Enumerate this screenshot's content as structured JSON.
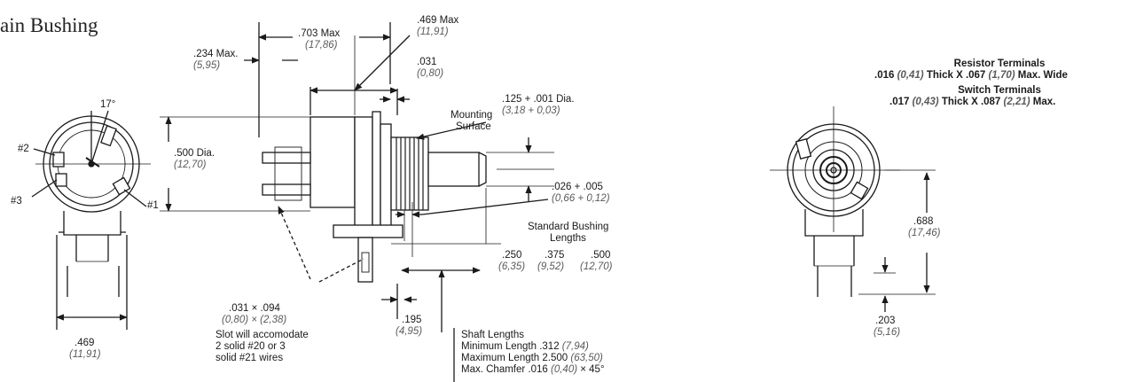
{
  "heading": "ain Bushing",
  "front_view": {
    "terminal_2": "#2",
    "terminal_3": "#3",
    "terminal_1": "#1",
    "angle": "17°",
    "width_in": ".469",
    "width_mm": "(11,91)"
  },
  "side_view": {
    "dim_234_in": ".234 Max.",
    "dim_234_mm": "(5,95)",
    "dim_703_in": ".703 Max",
    "dim_703_mm": "(17,86)",
    "dim_469_in": ".469 Max",
    "dim_469_mm": "(11,91)",
    "dim_031_in": ".031",
    "dim_031_mm": "(0,80)",
    "shaft_dia_in": ".125 + .001 Dia.",
    "shaft_dia_mm": "(3,18 + 0,03)",
    "mounting_surface_1": "Mounting",
    "mounting_surface_2": "Surface",
    "body_dia_in": ".500 Dia.",
    "body_dia_mm": "(12,70)",
    "dim_026_in": ".026 + .005",
    "dim_026_mm": "(0,66 + 0,12)",
    "bushing_title_1": "Standard Bushing",
    "bushing_title_2": "Lengths",
    "bushing_lengths_in": [
      ".250",
      ".375",
      ".500"
    ],
    "bushing_lengths_mm": [
      "(6,35)",
      "(9,52)",
      "(12,70)"
    ],
    "slot_in": ".031 × .094",
    "slot_mm": "(0,80) × (2,38)",
    "slot_note": [
      "Slot will accomodate",
      "2 solid #20 or 3",
      "solid #21 wires"
    ],
    "dim_195_in": ".195",
    "dim_195_mm": "(4,95)",
    "shaft_title": "Shaft Lengths",
    "shaft_min_text": "Minimum Length .312",
    "shaft_min_mm": "(7,94)",
    "shaft_max_text": "Maximum Length 2.500",
    "shaft_max_mm": "(63,50)",
    "chamfer_text": "Max. Chamfer .016",
    "chamfer_mm": "(0,40)",
    "chamfer_angle": "× 45°"
  },
  "rear_view": {
    "resistor_title": "Resistor Terminals",
    "resistor_a": ".016",
    "resistor_a_mm": "(0,41)",
    "resistor_b": "Thick X .067",
    "resistor_b_mm": "(1,70)",
    "resistor_c": "Max. Wide",
    "switch_title": "Switch Terminals",
    "switch_a": ".017",
    "switch_a_mm": "(0,43)",
    "switch_b": "Thick X .087",
    "switch_b_mm": "(2,21)",
    "switch_c": "Max.",
    "dim_688_in": ".688",
    "dim_688_mm": "(17,46)",
    "dim_203_in": ".203",
    "dim_203_mm": "(5,16)"
  }
}
